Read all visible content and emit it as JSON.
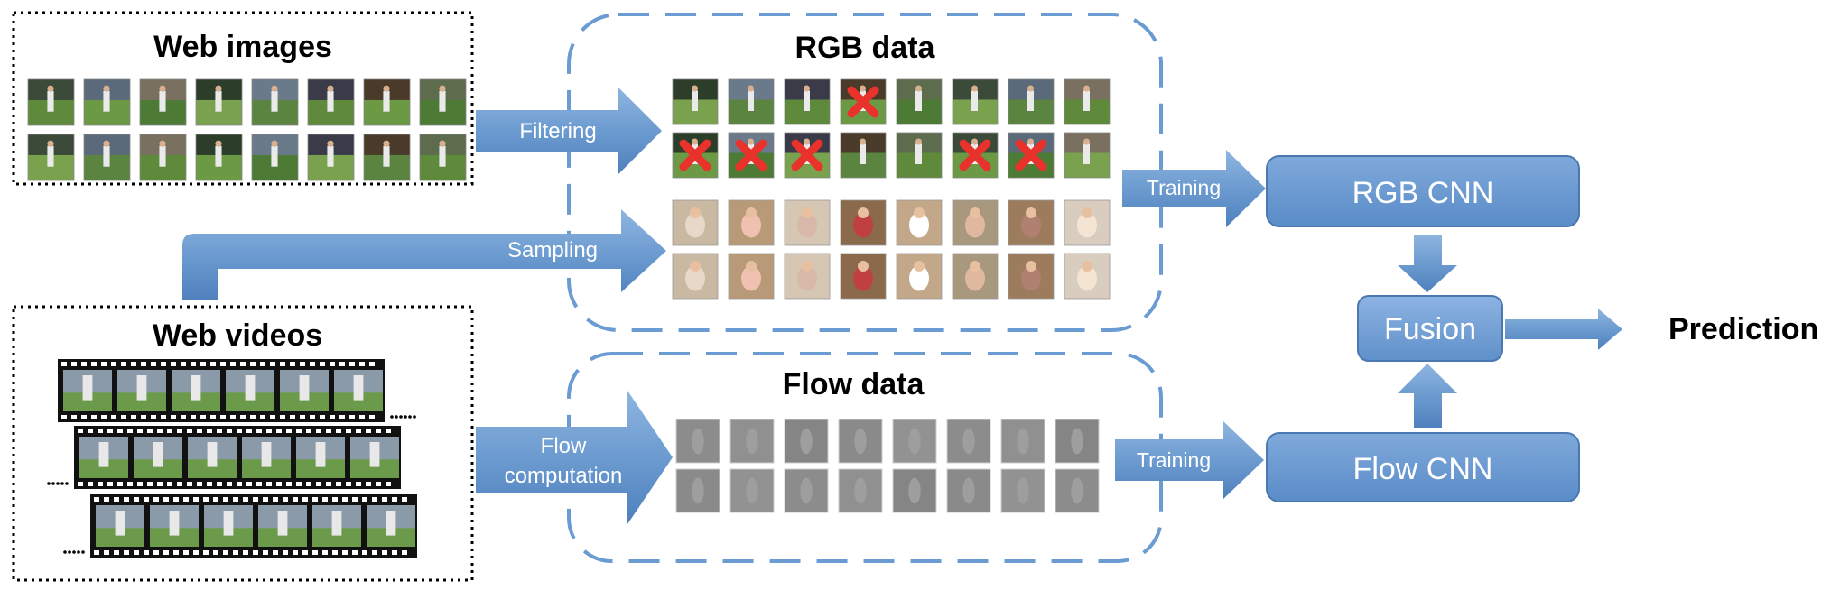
{
  "web_images": {
    "title": "Web images"
  },
  "web_videos": {
    "title": "Web videos"
  },
  "rgb_data": {
    "title": "RGB data"
  },
  "flow_data": {
    "title": "Flow data"
  },
  "arrows": {
    "filtering": "Filtering",
    "sampling": "Sampling",
    "flow_computation_line1": "Flow",
    "flow_computation_line2": "computation",
    "training_rgb": "Training",
    "training_flow": "Training"
  },
  "boxes": {
    "rgb_cnn": "RGB CNN",
    "flow_cnn": "Flow CNN",
    "fusion": "Fusion"
  },
  "output": {
    "prediction": "Prediction"
  },
  "colors": {
    "arrow_fill": "#6c9bd0",
    "box_fill": "#6a9bd3",
    "box_stroke": "#4a78b0",
    "dash_stroke": "#6a9bd3",
    "reject_mark": "#e8322b",
    "grass": "#5f8a3c",
    "flow_gray": "#8a8a8a"
  },
  "rejected_rgb_images": [
    {
      "row": 1,
      "col": 4
    },
    {
      "row": 2,
      "col": 1
    },
    {
      "row": 2,
      "col": 2
    },
    {
      "row": 2,
      "col": 3
    },
    {
      "row": 2,
      "col": 6
    },
    {
      "row": 2,
      "col": 7
    }
  ]
}
